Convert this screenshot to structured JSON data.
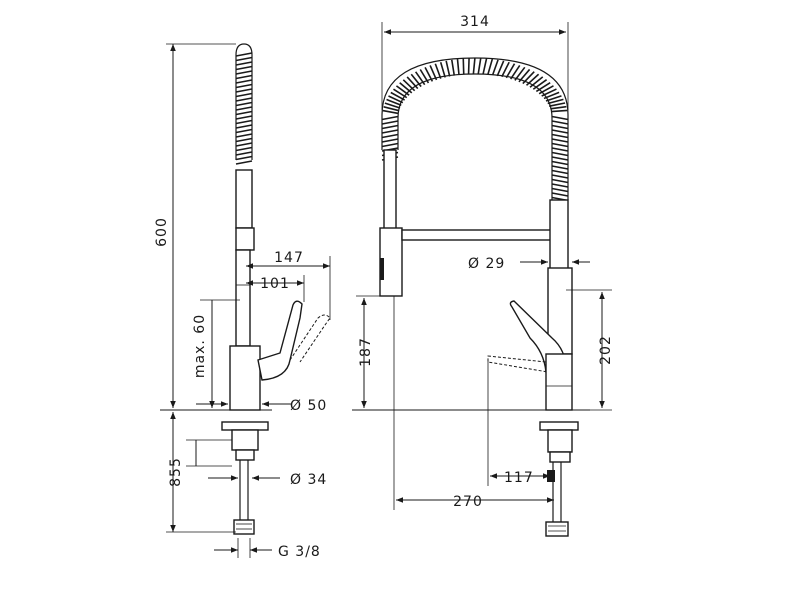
{
  "dimensions": {
    "height_total": "600",
    "max_60": "max. 60",
    "reach_147": "147",
    "reach_101": "101",
    "base_dia": "Ø 50",
    "hole_dia": "Ø 34",
    "below_counter": "855",
    "thread": "G 3/8",
    "width_314": "314",
    "spout_dia": "Ø 29",
    "height_187": "187",
    "height_202": "202",
    "offset_117": "117",
    "offset_270": "270"
  },
  "colors": {
    "line": "#1a1a1a",
    "background": "#ffffff"
  }
}
